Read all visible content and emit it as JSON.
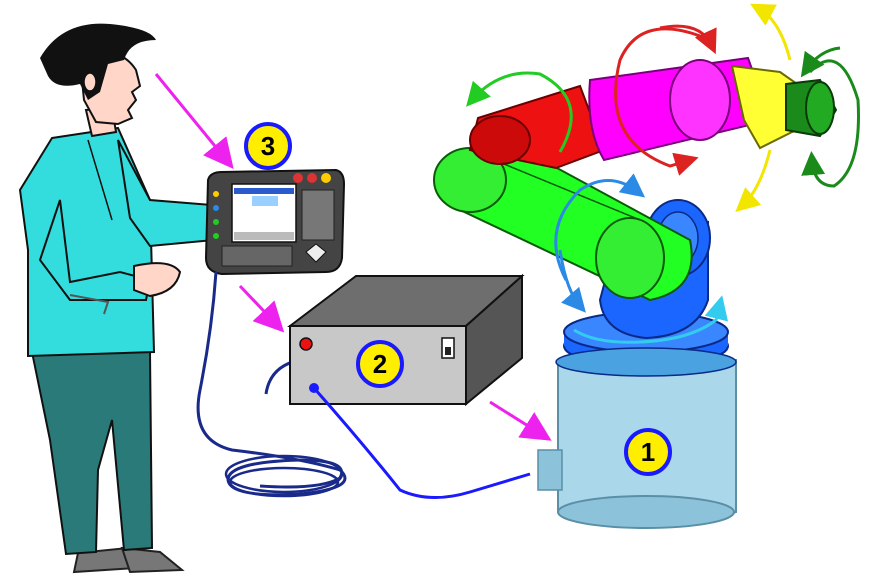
{
  "markers": {
    "controller_base": "1",
    "control_cabinet": "2",
    "teach_pendant": "3"
  },
  "colors": {
    "marker_fill": "#ffee00",
    "marker_ring": "#1a1aff",
    "pointer_arrows": "#ee22ee",
    "arm_red": "#ee1111",
    "arm_magenta": "#ff00ff",
    "arm_green": "#22ff22",
    "arm_blue": "#1a66ff",
    "wrist_yellow": "#ffff33",
    "base_cylinder": "#aad8ea",
    "cabinet_gray": "#8a8a8a",
    "coat_cyan": "#33dddd",
    "trousers_teal": "#2a7a7a"
  },
  "icons": [
    "operator-figure",
    "teach-pendant-icon",
    "control-cabinet-icon",
    "robot-arm-icon",
    "rotation-arrow-icon"
  ]
}
